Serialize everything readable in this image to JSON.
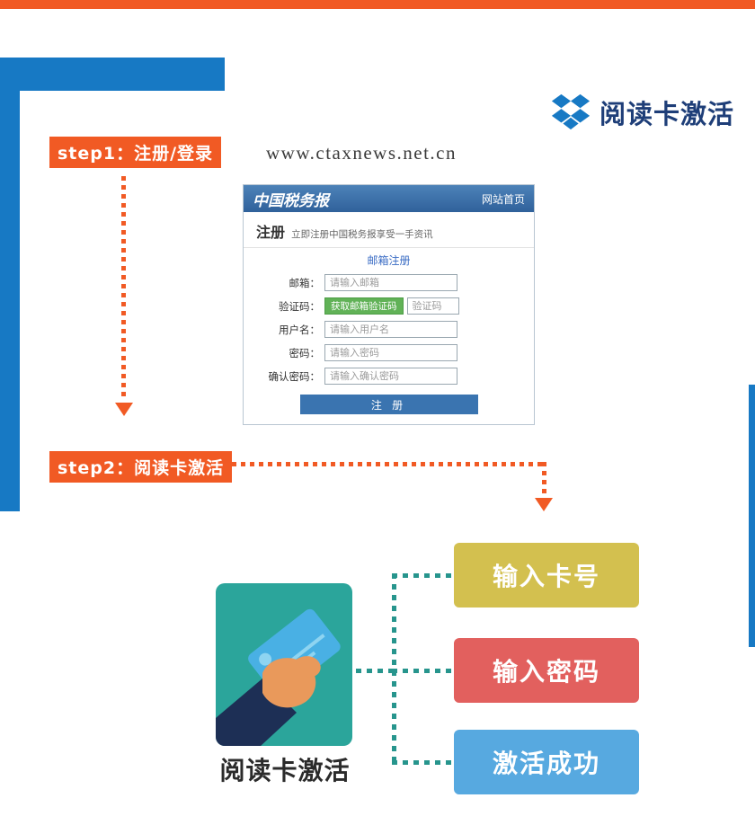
{
  "header": {
    "logo_title": "阅读卡激活",
    "website_url": "www.ctaxnews.net.cn"
  },
  "steps": {
    "step1_label": "step1：注册/登录",
    "step2_label": "step2：阅读卡激活"
  },
  "register_panel": {
    "site_logo": "中国税务报",
    "nav_home": "网站首页",
    "title": "注册",
    "subtitle": "立即注册中国税务报享受一手资讯",
    "email_register_link": "邮箱注册",
    "fields": {
      "email": {
        "label": "邮箱：",
        "placeholder": "请输入邮箱"
      },
      "captcha": {
        "label": "验证码：",
        "button_label": "获取邮箱验证码",
        "placeholder": "验证码"
      },
      "username": {
        "label": "用户名：",
        "placeholder": "请输入用户名"
      },
      "password": {
        "label": "密码：",
        "placeholder": "请输入密码"
      },
      "confirm_password": {
        "label": "确认密码：",
        "placeholder": "请输入确认密码"
      }
    },
    "submit_label": "注 册"
  },
  "activation": {
    "caption": "阅读卡激活",
    "steps": [
      {
        "label": "输入卡号",
        "color": "#d3c04f"
      },
      {
        "label": "输入密码",
        "color": "#e2605e"
      },
      {
        "label": "激活成功",
        "color": "#57a9e0"
      }
    ]
  },
  "colors": {
    "accent_orange": "#f15a24",
    "brand_blue": "#1779c4",
    "teal": "#2ba59b",
    "dashed_teal": "#27958d",
    "form_header_blue": "#30619b",
    "captcha_button_green": "#61b257",
    "link_blue": "#3a6cc4",
    "brand_text_navy": "#1e3e78"
  }
}
